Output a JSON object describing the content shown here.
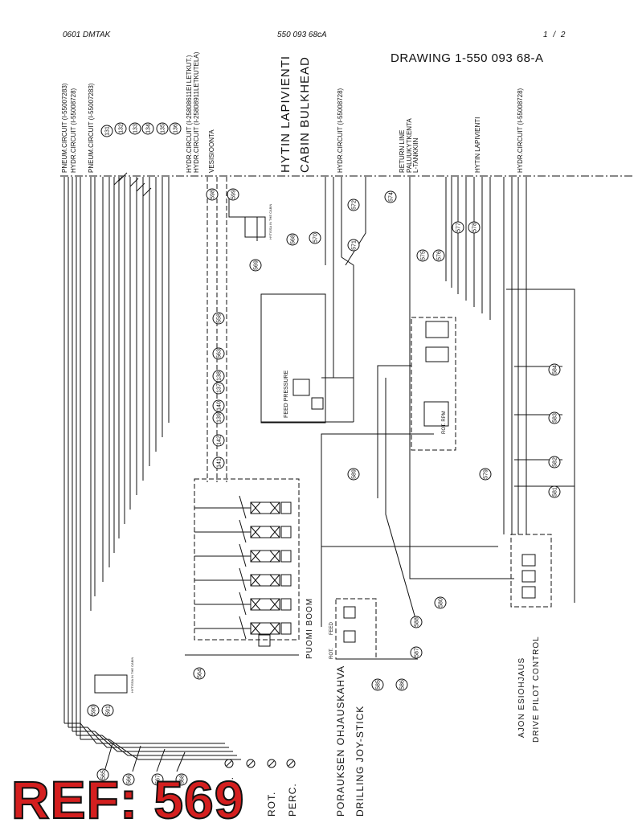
{
  "header": {
    "left": "0601   DMTAK",
    "center": "550 093 68cA",
    "page": "1 /  2",
    "drawing_title": "DRAWING 1-550 093 68-A"
  },
  "top_labels": [
    {
      "id": "pneum1",
      "text": "PNEUM.CIRCUIT (I-55007283)"
    },
    {
      "id": "hydr1",
      "text": "HYDR.CIRCUIT (I-55008728)"
    },
    {
      "id": "pneum2",
      "text": "PNEUM.CIRCUIT (I-55007283)"
    },
    {
      "id": "hydr2",
      "text": "HYDR.CIRCUIT (I-25808611EI LETKUT.)"
    },
    {
      "id": "hydr3",
      "text": "HYDR.CIRCUIT (I-25808911LETKUTELA)"
    },
    {
      "id": "vesi",
      "text": "VESISIOONTA"
    },
    {
      "id": "hytin1",
      "text": "HYTIN LAPIVIENTI"
    },
    {
      "id": "cabin",
      "text": "CABIN BULKHEAD"
    },
    {
      "id": "hydr4",
      "text": "HYDR.CIRCUIT (I-55008728)"
    },
    {
      "id": "return",
      "text": "RETURN LINE"
    },
    {
      "id": "paluu",
      "text": "PALUUKYTKENTA"
    },
    {
      "id": "tankki",
      "text": "L-TANKKIIN"
    },
    {
      "id": "hytin2",
      "text": "HYTIN LAPIVIENTI"
    },
    {
      "id": "hydr5",
      "text": "HYDR.CIRCUIT (I-55008728)"
    }
  ],
  "callouts": [
    "131",
    "132",
    "133",
    "134",
    "135",
    "136",
    "598",
    "599",
    "568",
    "570",
    "572",
    "574",
    "569",
    "571",
    "575",
    "576",
    "577",
    "578",
    "558",
    "563",
    "138",
    "137",
    "140",
    "139",
    "142",
    "141",
    "584",
    "583",
    "582",
    "581",
    "579",
    "580",
    "588",
    "587",
    "585",
    "586",
    "589",
    "590",
    "591",
    "564",
    "565",
    "566",
    "567",
    "568"
  ],
  "section_labels": {
    "feed_pressure": "FEED PRESSURE",
    "rot_rpm": "ROT. RPM",
    "puomi_boom": "PUOMI  BOOM",
    "feed": "FEED",
    "rot": "ROT.",
    "perc": "PERC.",
    "porauksen": "PORAUKSEN OHJAUSKAHVA",
    "drilling": "DRILLING JOY-STICK",
    "ajon": "AJON ESIOHJAUS",
    "drive_pilot": "DRIVE PILOT CONTROL",
    "bottom_h": "H.",
    "hytissa": "HYTISSA IN THE CABIN"
  },
  "ref_stamp": "REF: 569",
  "colors": {
    "ink": "#111111",
    "stamp_red": "#d41f1f"
  }
}
